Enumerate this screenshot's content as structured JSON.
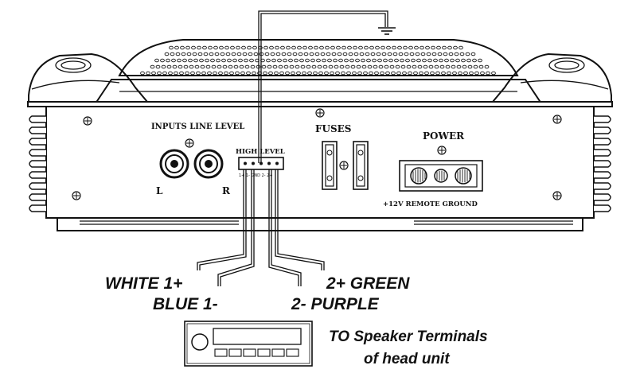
{
  "panel": {
    "inputs_label": "INPUTS LINE LEVEL",
    "left_label": "L",
    "right_label": "R",
    "high_level_label": "HIGH LEVEL",
    "pin_labels": "1+ 1- GND 2- 2+",
    "fuses_label": "FUSES",
    "power_label": "POWER",
    "power_terminals_label": "+12V  REMOTE GROUND"
  },
  "wires": {
    "white": "WHITE 1+",
    "blue": "BLUE 1-",
    "green": "2+ GREEN",
    "purple": "2- PURPLE"
  },
  "head_unit": {
    "caption_line1": "TO Speaker Terminals",
    "caption_line2": "of head unit"
  },
  "icons": [
    "ground-symbol-icon",
    "screw-icon",
    "rca-jack-icon",
    "fuse-icon",
    "terminal-screw-icon"
  ]
}
